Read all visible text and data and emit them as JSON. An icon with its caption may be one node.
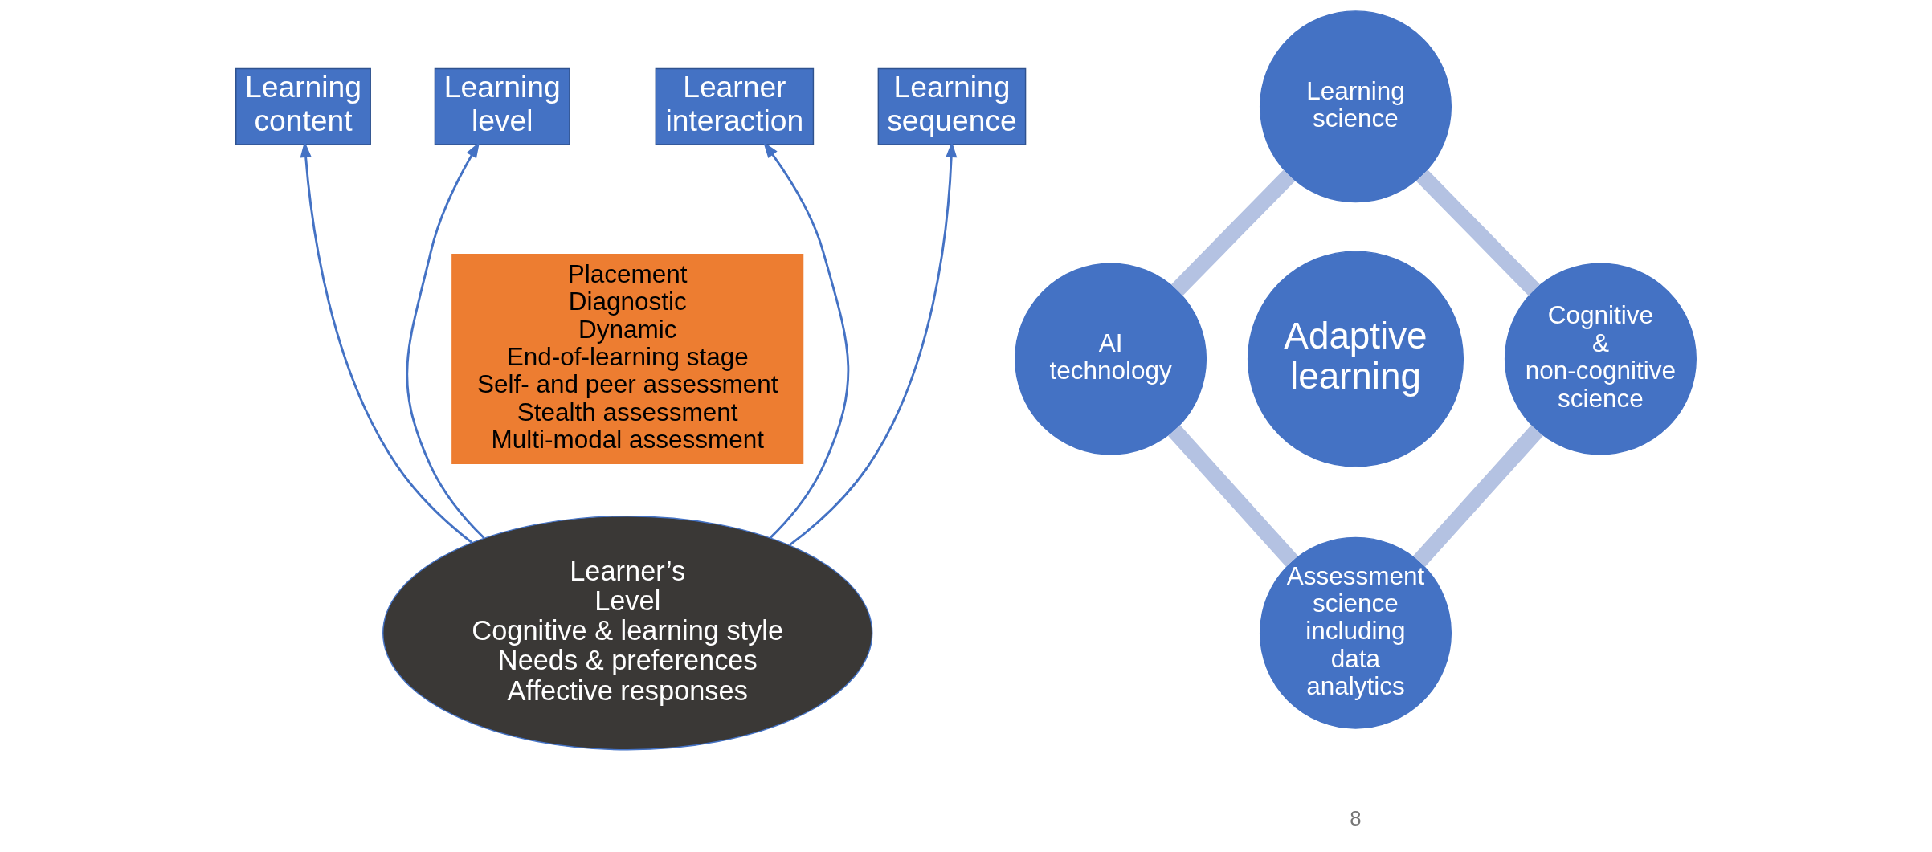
{
  "diagram": {
    "nodes": [
      {
        "text": [
          "Learning level"
        ]
      },
      {
        "text": [
          "Learning content"
        ]
      },
      {
        "text": [
          "Learning sequence"
        ]
      },
      {
        "text": [
          "Learner interaction"
        ]
      },
      {
        "text": [
          "Learning science"
        ]
      },
      {
        "text": [
          "Placement",
          "Diagnostic",
          "Dynamic",
          "End-of-learning stage",
          "Self- and peer assessment",
          "Stealth assessment",
          "Multi-modal assessment"
        ]
      },
      {
        "text": [
          "AI technology"
        ]
      },
      {
        "text": [
          "Adaptive learning"
        ]
      },
      {
        "text": [
          "Cognitive & non-cognitive science"
        ]
      },
      {
        "text": [
          "Learner’s",
          "Level",
          "Cognitive & learning style",
          "Needs & preferences",
          "Affective responses"
        ]
      },
      {
        "text": [
          "Assessment science including data analytics"
        ]
      }
    ],
    "edges": [
      {
        "from": 9,
        "to": 0,
        "arrow": "to"
      },
      {
        "from": 9,
        "to": 1,
        "arrow": "to"
      },
      {
        "from": 9,
        "to": 2,
        "arrow": "to"
      },
      {
        "from": 9,
        "to": 3,
        "arrow": "to"
      },
      {
        "from": 4,
        "to": 8,
        "arrow": "none",
        "style": "thick",
        "color": "#b4c2e2"
      },
      {
        "from": 8,
        "to": 10,
        "arrow": "none",
        "style": "thick",
        "color": "#b4c2e2"
      },
      {
        "from": 6,
        "to": 10,
        "arrow": "none",
        "style": "thick",
        "color": "#b4c2e2"
      },
      {
        "from": 4,
        "to": 6,
        "arrow": "none",
        "style": "thick",
        "color": "#b4c2e2"
      }
    ],
    "labels": [
      "8"
    ]
  }
}
